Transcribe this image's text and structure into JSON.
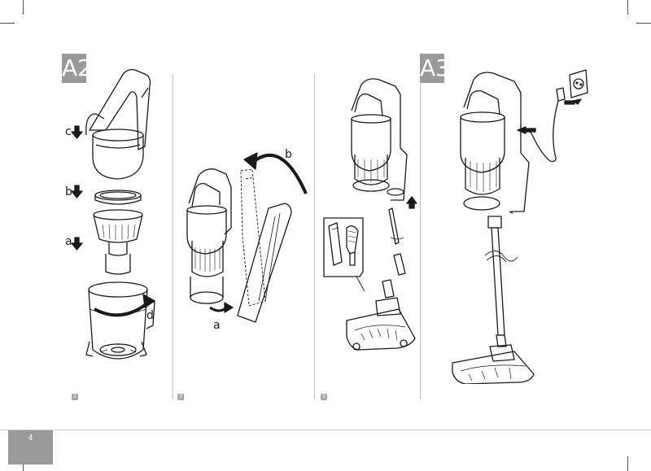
{
  "steps": {
    "a2_label": "A2",
    "a3_label": "A3"
  },
  "figures": {
    "fig1": "1",
    "fig2": "2",
    "fig3": "3"
  },
  "callouts": {
    "c": "c",
    "b": "b",
    "a": "a",
    "d": "d",
    "fig2_b": "b",
    "fig2_a": "a"
  },
  "footer": {
    "page_number": "4"
  },
  "colors": {
    "tag_gray": "#9a9a9a",
    "line": "#1a1a1a"
  }
}
